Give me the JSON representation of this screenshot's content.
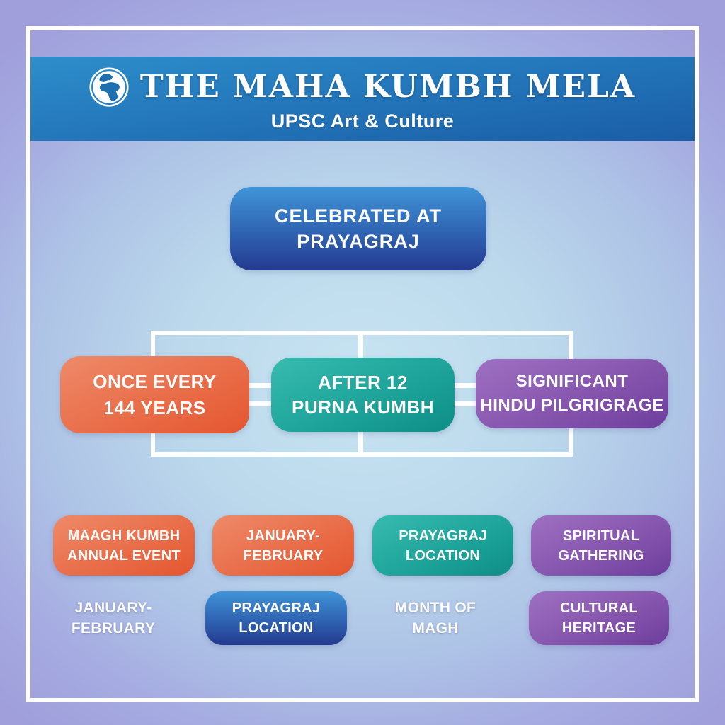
{
  "header": {
    "title": "THE MAHA KUMBH MELA",
    "subtitle": "UPSC Art & Culture",
    "icon": "globe-icon"
  },
  "root": {
    "line1": "CELEBRATED AT",
    "line2": "PRAYAGRAJ"
  },
  "level2": [
    {
      "line1": "ONCE EVERY",
      "line2": "144 YEARS",
      "color": "#E4562F"
    },
    {
      "line1": "AFTER 12",
      "line2": "PURNA KUMBH",
      "color": "#0D8E86"
    },
    {
      "line1": "SIGNIFICANT",
      "line2": "HINDU PILGRIGRAGE",
      "color": "#6D3D9C"
    }
  ],
  "row3": [
    {
      "line1": "MAAGH KUMBH",
      "line2": "ANNUAL EVENT",
      "color": "#E4562F"
    },
    {
      "line1": "JANUARY-",
      "line2": "FEBRUARY",
      "color": "#E4562F"
    },
    {
      "line1": "PRAYAGRAJ",
      "line2": "LOCATION",
      "color": "#0D8E86"
    },
    {
      "line1": "SPIRITUAL",
      "line2": "GATHERING",
      "color": "#6D3D9C"
    }
  ],
  "row4": [
    {
      "line1": "JANUARY-",
      "line2": "FEBRUARY",
      "color": "none"
    },
    {
      "line1": "PRAYAGRAJ",
      "line2": "LOCATION",
      "color": "#243A90"
    },
    {
      "line1": "MONTH OF",
      "line2": "MAGH",
      "color": "none"
    },
    {
      "line1": "CULTURAL",
      "line2": "HERITAGE",
      "color": "#6D3D9C"
    }
  ],
  "colors": {
    "header_blue_top": "#2E8ECB",
    "header_blue_bottom": "#1A5DA6",
    "node_blue": "#243A90",
    "node_orange": "#E4562F",
    "node_teal": "#0D8E86",
    "node_purple": "#6D3D9C",
    "frame_white": "#FFFFFF",
    "background_sky": "#C8E4F2",
    "background_lavender": "#A09FDC"
  }
}
